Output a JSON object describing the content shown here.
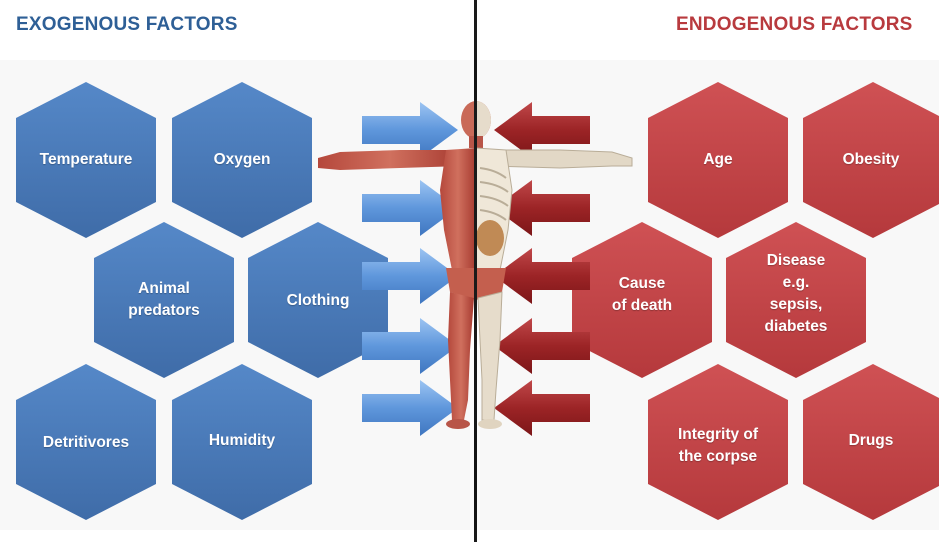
{
  "titles": {
    "left": "EXOGENOUS FACTORS",
    "right": "ENDOGENOUS FACTORS"
  },
  "colors": {
    "exogenous": "#4a7ab9",
    "endogenous": "#c4474a",
    "arrow_blue": "#6aa0e0",
    "arrow_red": "#a32a2c",
    "divider": "#1a1a1a"
  },
  "exogenous": {
    "temperature": "Temperature",
    "oxygen": "Oxygen",
    "animal_predators": [
      "Animal",
      "predators"
    ],
    "clothing": "Clothing",
    "detritivores": "Detritivores",
    "humidity": "Humidity"
  },
  "endogenous": {
    "age": "Age",
    "obesity": "Obesity",
    "cause_of_death": [
      "Cause",
      "of death"
    ],
    "disease": [
      "Disease",
      "e.g.",
      "sepsis,",
      "diabetes"
    ],
    "integrity": [
      "Integrity of",
      "the corpse"
    ],
    "drugs": "Drugs"
  },
  "figure": {
    "icon": "human-anatomy-figure"
  }
}
